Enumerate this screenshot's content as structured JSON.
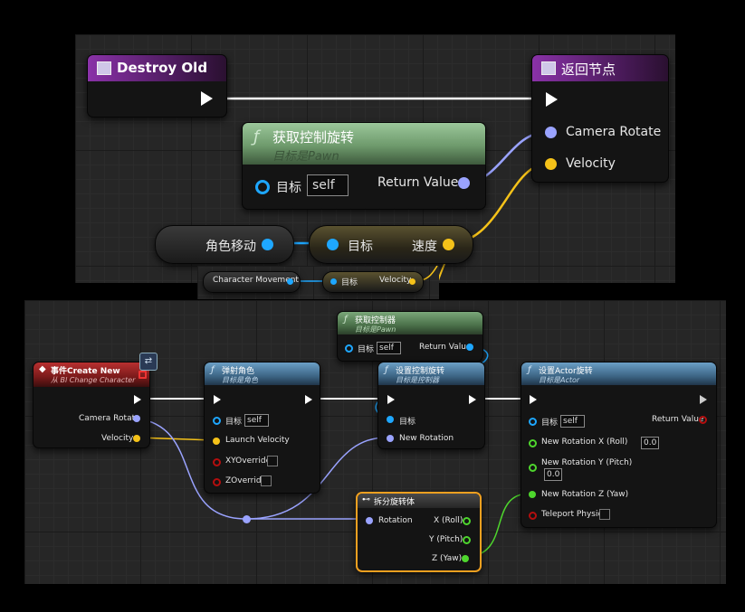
{
  "top": {
    "destroy_old": {
      "title": "Destroy Old"
    },
    "return_node": {
      "title": "返回节点",
      "pins": [
        "Camera Rotate",
        "Velocity"
      ]
    },
    "get_control_rotation": {
      "title": "获取控制旋转",
      "subtitle": "目标是Pawn",
      "target_label": "目标",
      "target_value": "self",
      "output": "Return Value"
    },
    "char_movement": {
      "label": "角色移动"
    },
    "velocity_getter": {
      "target_label": "目标",
      "output_label": "速度"
    },
    "strip": {
      "char_movement": "Character Movement",
      "target": "目标",
      "velocity": "Velocity"
    }
  },
  "bottom": {
    "get_controller": {
      "title": "获取控制器",
      "subtitle": "目标是Pawn",
      "target_label": "目标",
      "target_value": "self",
      "output": "Return Value"
    },
    "event": {
      "title": "事件Create New",
      "subtitle_prefix": "从 ",
      "subtitle_em": "Bl Change Character",
      "pins": [
        "Camera Rotate",
        "Velocity"
      ]
    },
    "launch": {
      "title": "弹射角色",
      "subtitle": "目标是角色",
      "target_label": "目标",
      "target_value": "self",
      "pins": [
        "Launch Velocity",
        "XYOverride",
        "ZOverride"
      ]
    },
    "set_control_rot": {
      "title": "设置控制旋转",
      "subtitle": "目标是控制器",
      "target_label": "目标",
      "pins": [
        "New Rotation"
      ]
    },
    "set_actor_rot": {
      "title": "设置Actor旋转",
      "subtitle": "目标是Actor",
      "target_label": "目标",
      "target_value": "self",
      "return": "Return Value",
      "x_label": "New Rotation X (Roll)",
      "x_value": "0.0",
      "y_label": "New Rotation Y (Pitch)",
      "y_value": "0.0",
      "z_label": "New Rotation Z (Yaw)",
      "teleport": "Teleport Physics"
    },
    "break_rot": {
      "title": "拆分旋转体",
      "input": "Rotation",
      "outputs": [
        "X (Roll)",
        "Y (Pitch)",
        "Z (Yaw)"
      ]
    }
  },
  "colors": {
    "exec": "#ffffff",
    "rotator": "#9aa3ff",
    "vector": "#f5c219",
    "object": "#1ea7ff",
    "float": "#4ed62d",
    "bool": "#b40e0e"
  }
}
